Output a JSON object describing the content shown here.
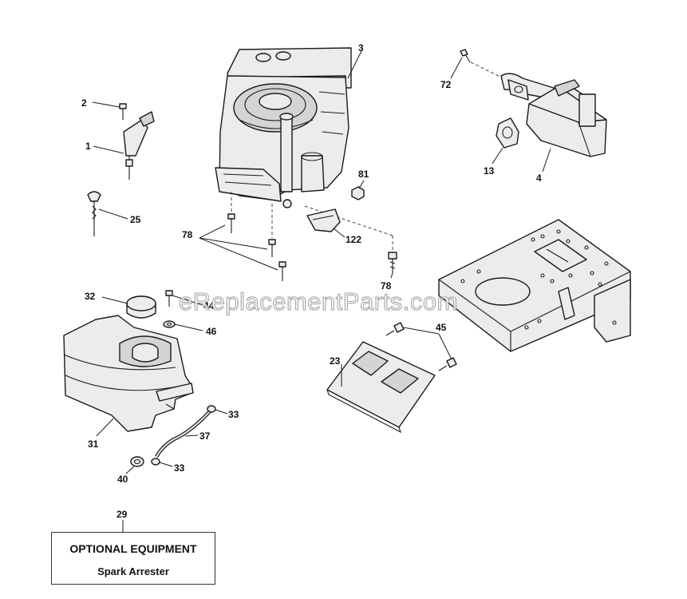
{
  "watermark": "eReplacementParts.com",
  "callouts": {
    "engine": "3",
    "exhaust_bolt": "72",
    "screw_small": "2",
    "throttle": "1",
    "dipstick": "25",
    "muffler": "4",
    "gasket": "13",
    "nut": "81",
    "bolts_left": "78",
    "bolt_right": "78",
    "heat_shield": "122",
    "fuel_cap": "32",
    "tank_screw": "44",
    "washer": "46",
    "frame_bolts": "45",
    "plate": "23",
    "clamp_top": "33",
    "clamp_bottom": "33",
    "fuel_line": "37",
    "fuel_tank": "31",
    "grommet": "40",
    "optional_box": "29"
  },
  "optional_equipment": {
    "title": "OPTIONAL EQUIPMENT",
    "item": "Spark Arrester"
  }
}
